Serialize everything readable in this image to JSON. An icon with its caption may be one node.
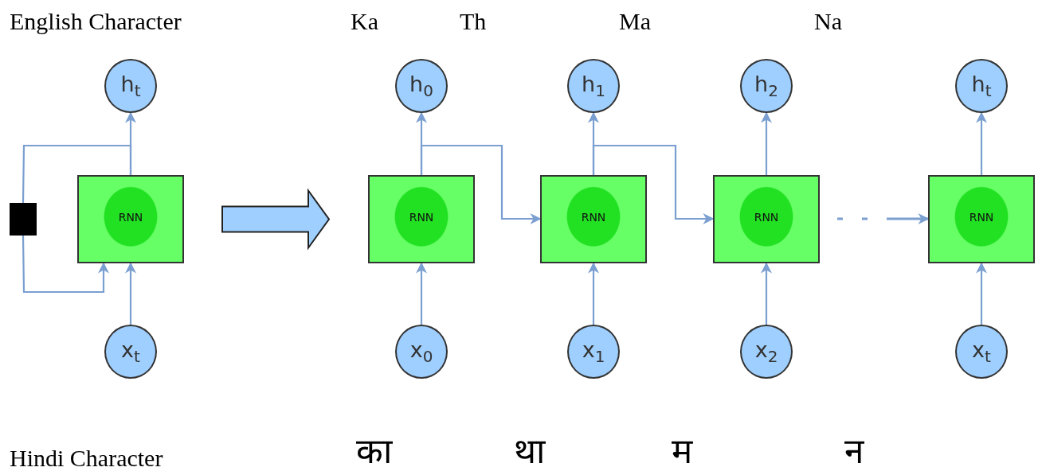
{
  "diagram": {
    "nodes": [
      {
        "text": [
          "h$_{t}$"
        ]
      },
      {
        "text": [
          "RNN"
        ]
      },
      {
        "text": [
          "x$_{t}$"
        ]
      },
      {
        "text": [],
        "shape": "box"
      },
      {
        "text": [
          "h$_{0}$"
        ]
      },
      {
        "text": [
          "RNN"
        ]
      },
      {
        "text": [
          "x$_{0}$"
        ]
      },
      {
        "text": [
          "h$_{1}$"
        ]
      },
      {
        "text": [
          "RNN"
        ]
      },
      {
        "text": [
          "x$_{1}$"
        ]
      },
      {
        "text": [
          "h$_{2}$"
        ]
      },
      {
        "text": [
          "RNN"
        ]
      },
      {
        "text": [
          "x$_{2}$"
        ]
      },
      {
        "text": [
          "h$_{t}$"
        ]
      },
      {
        "text": [
          "RNN"
        ]
      },
      {
        "text": [
          "x$_{t}$"
        ]
      }
    ],
    "edges": [
      {
        "from": 1,
        "to": 0,
        "arrow": "to"
      },
      {
        "from": 2,
        "to": 1,
        "arrow": "to"
      },
      {
        "from": 1,
        "to": 3,
        "arrow": "none"
      },
      {
        "from": 3,
        "to": 1,
        "arrow": "to"
      },
      {
        "from": 1,
        "to": 5,
        "arrow": "to",
        "style": "thick"
      },
      {
        "from": 5,
        "to": 4,
        "arrow": "to"
      },
      {
        "from": 6,
        "to": 5,
        "arrow": "to"
      },
      {
        "from": 5,
        "to": 8,
        "arrow": "to"
      },
      {
        "from": 8,
        "to": 7,
        "arrow": "to"
      },
      {
        "from": 9,
        "to": 8,
        "arrow": "to"
      },
      {
        "from": 8,
        "to": 11,
        "arrow": "to"
      },
      {
        "from": 11,
        "to": 10,
        "arrow": "to"
      },
      {
        "from": 12,
        "to": 11,
        "arrow": "to"
      },
      {
        "from": 11,
        "to": 14,
        "arrow": "to",
        "style": "dashed"
      },
      {
        "from": 14,
        "to": 13,
        "arrow": "to"
      },
      {
        "from": 15,
        "to": 14,
        "arrow": "to"
      }
    ],
    "labels": [
      "English Character",
      "Ka",
      "Th",
      "Ma",
      "Na",
      "Hindi Character",
      "का",
      "था",
      "म",
      "न"
    ]
  }
}
